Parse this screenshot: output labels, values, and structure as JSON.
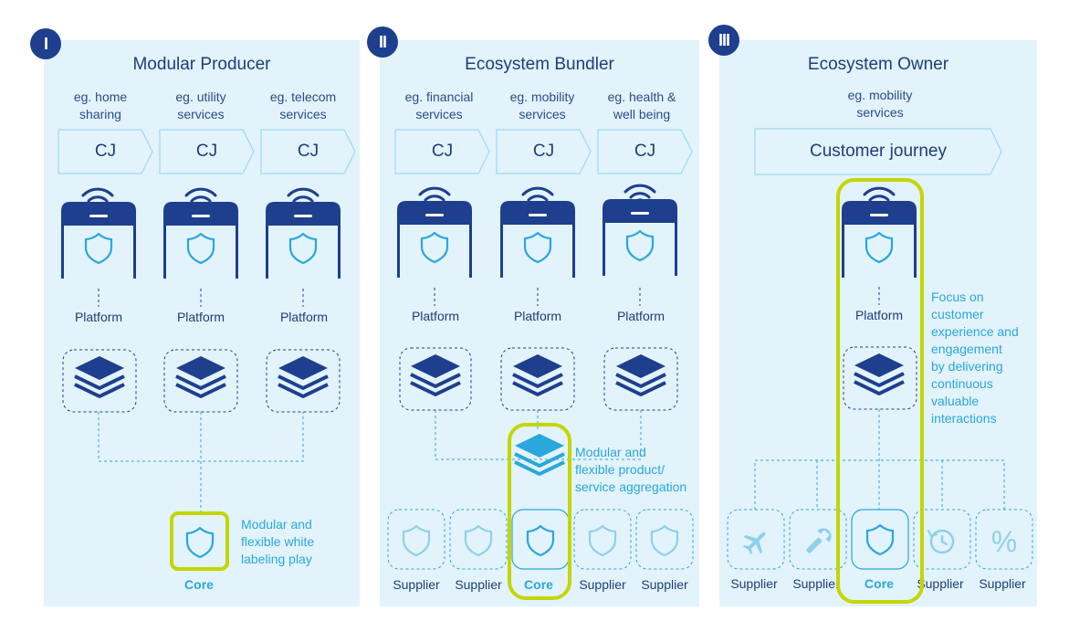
{
  "panels": [
    {
      "number": "I",
      "title": "Modular Producer",
      "examples": [
        [
          "eg. home",
          "sharing"
        ],
        [
          "eg. utility",
          "services"
        ],
        [
          "eg. telecom",
          "services"
        ]
      ],
      "cj_label": "CJ",
      "platform_label": "Platform",
      "core_label": "Core",
      "note": [
        "Modular and",
        "flexible  white",
        "labeling play"
      ]
    },
    {
      "number": "II",
      "title": "Ecosystem Bundler",
      "examples": [
        [
          "eg. financial",
          "services"
        ],
        [
          "eg. mobility",
          "services"
        ],
        [
          "eg. health &",
          "well being"
        ]
      ],
      "cj_label": "CJ",
      "platform_label": "Platform",
      "core_label": "Core",
      "supplier_label": "Supplier",
      "note": [
        "Modular and",
        "flexible  product/",
        "service aggregation"
      ]
    },
    {
      "number": "III",
      "title": "Ecosystem Owner",
      "examples": [
        [
          "eg. mobility",
          "services"
        ]
      ],
      "cj_label": "Customer journey",
      "platform_label": "Platform",
      "core_label": "Core",
      "supplier_label": "Supplier",
      "note": [
        "Focus on",
        "customer",
        "experience and",
        "engagement",
        "by delivering",
        "continuous",
        "valuable",
        "interactions"
      ],
      "supplier_icons": [
        "plane-icon",
        "wrench-icon",
        "clock-icon",
        "percent-icon"
      ],
      "percent_symbol": "%"
    }
  ],
  "colors": {
    "panel_bg": "#e2f3fb",
    "navy": "#1d3f8e",
    "cyan": "#2aa7dc",
    "highlight": "#c4d600",
    "arrow_outline": "#9fd8ef"
  }
}
